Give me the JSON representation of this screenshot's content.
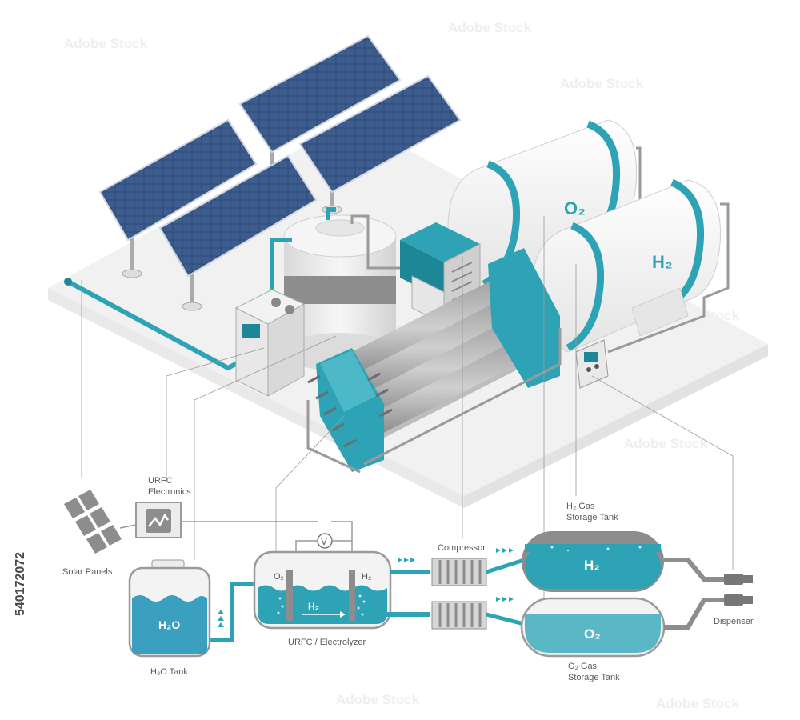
{
  "side_text": "540172072",
  "watermark": "Adobe Stock",
  "tank_labels": {
    "o2": "O₂",
    "h2": "H₂"
  },
  "labels": {
    "solar_panels": "Solar Panels",
    "urfc_electronics_line1": "URFC",
    "urfc_electronics_line2": "Electronics",
    "h2o_tank": "H₂O Tank",
    "urfc_electrolyzer": "URFC / Electrolyzer",
    "compressor": "Compressor",
    "h2_storage_line1": "H₂ Gas",
    "h2_storage_line2": "Storage Tank",
    "o2_storage_line1": "O₂ Gas",
    "o2_storage_line2": "Storage Tank",
    "dispenser": "Dispenser"
  },
  "schematic": {
    "h2o": "H₂O",
    "h2": "H₂",
    "o2": "O₂",
    "electrolyzer_o2": "O₂",
    "electrolyzer_h2": "H₂",
    "electrolyzer_flow": "H₂",
    "voltmeter": "V"
  },
  "colors": {
    "teal": "#2fa3b6",
    "teal_dark": "#1d8797",
    "water": "#3b9fc0",
    "panel": "#2f4a7a",
    "gray_light": "#e9e9e9",
    "gray_mid": "#8d8d8d",
    "outline": "#9a9a9a"
  }
}
